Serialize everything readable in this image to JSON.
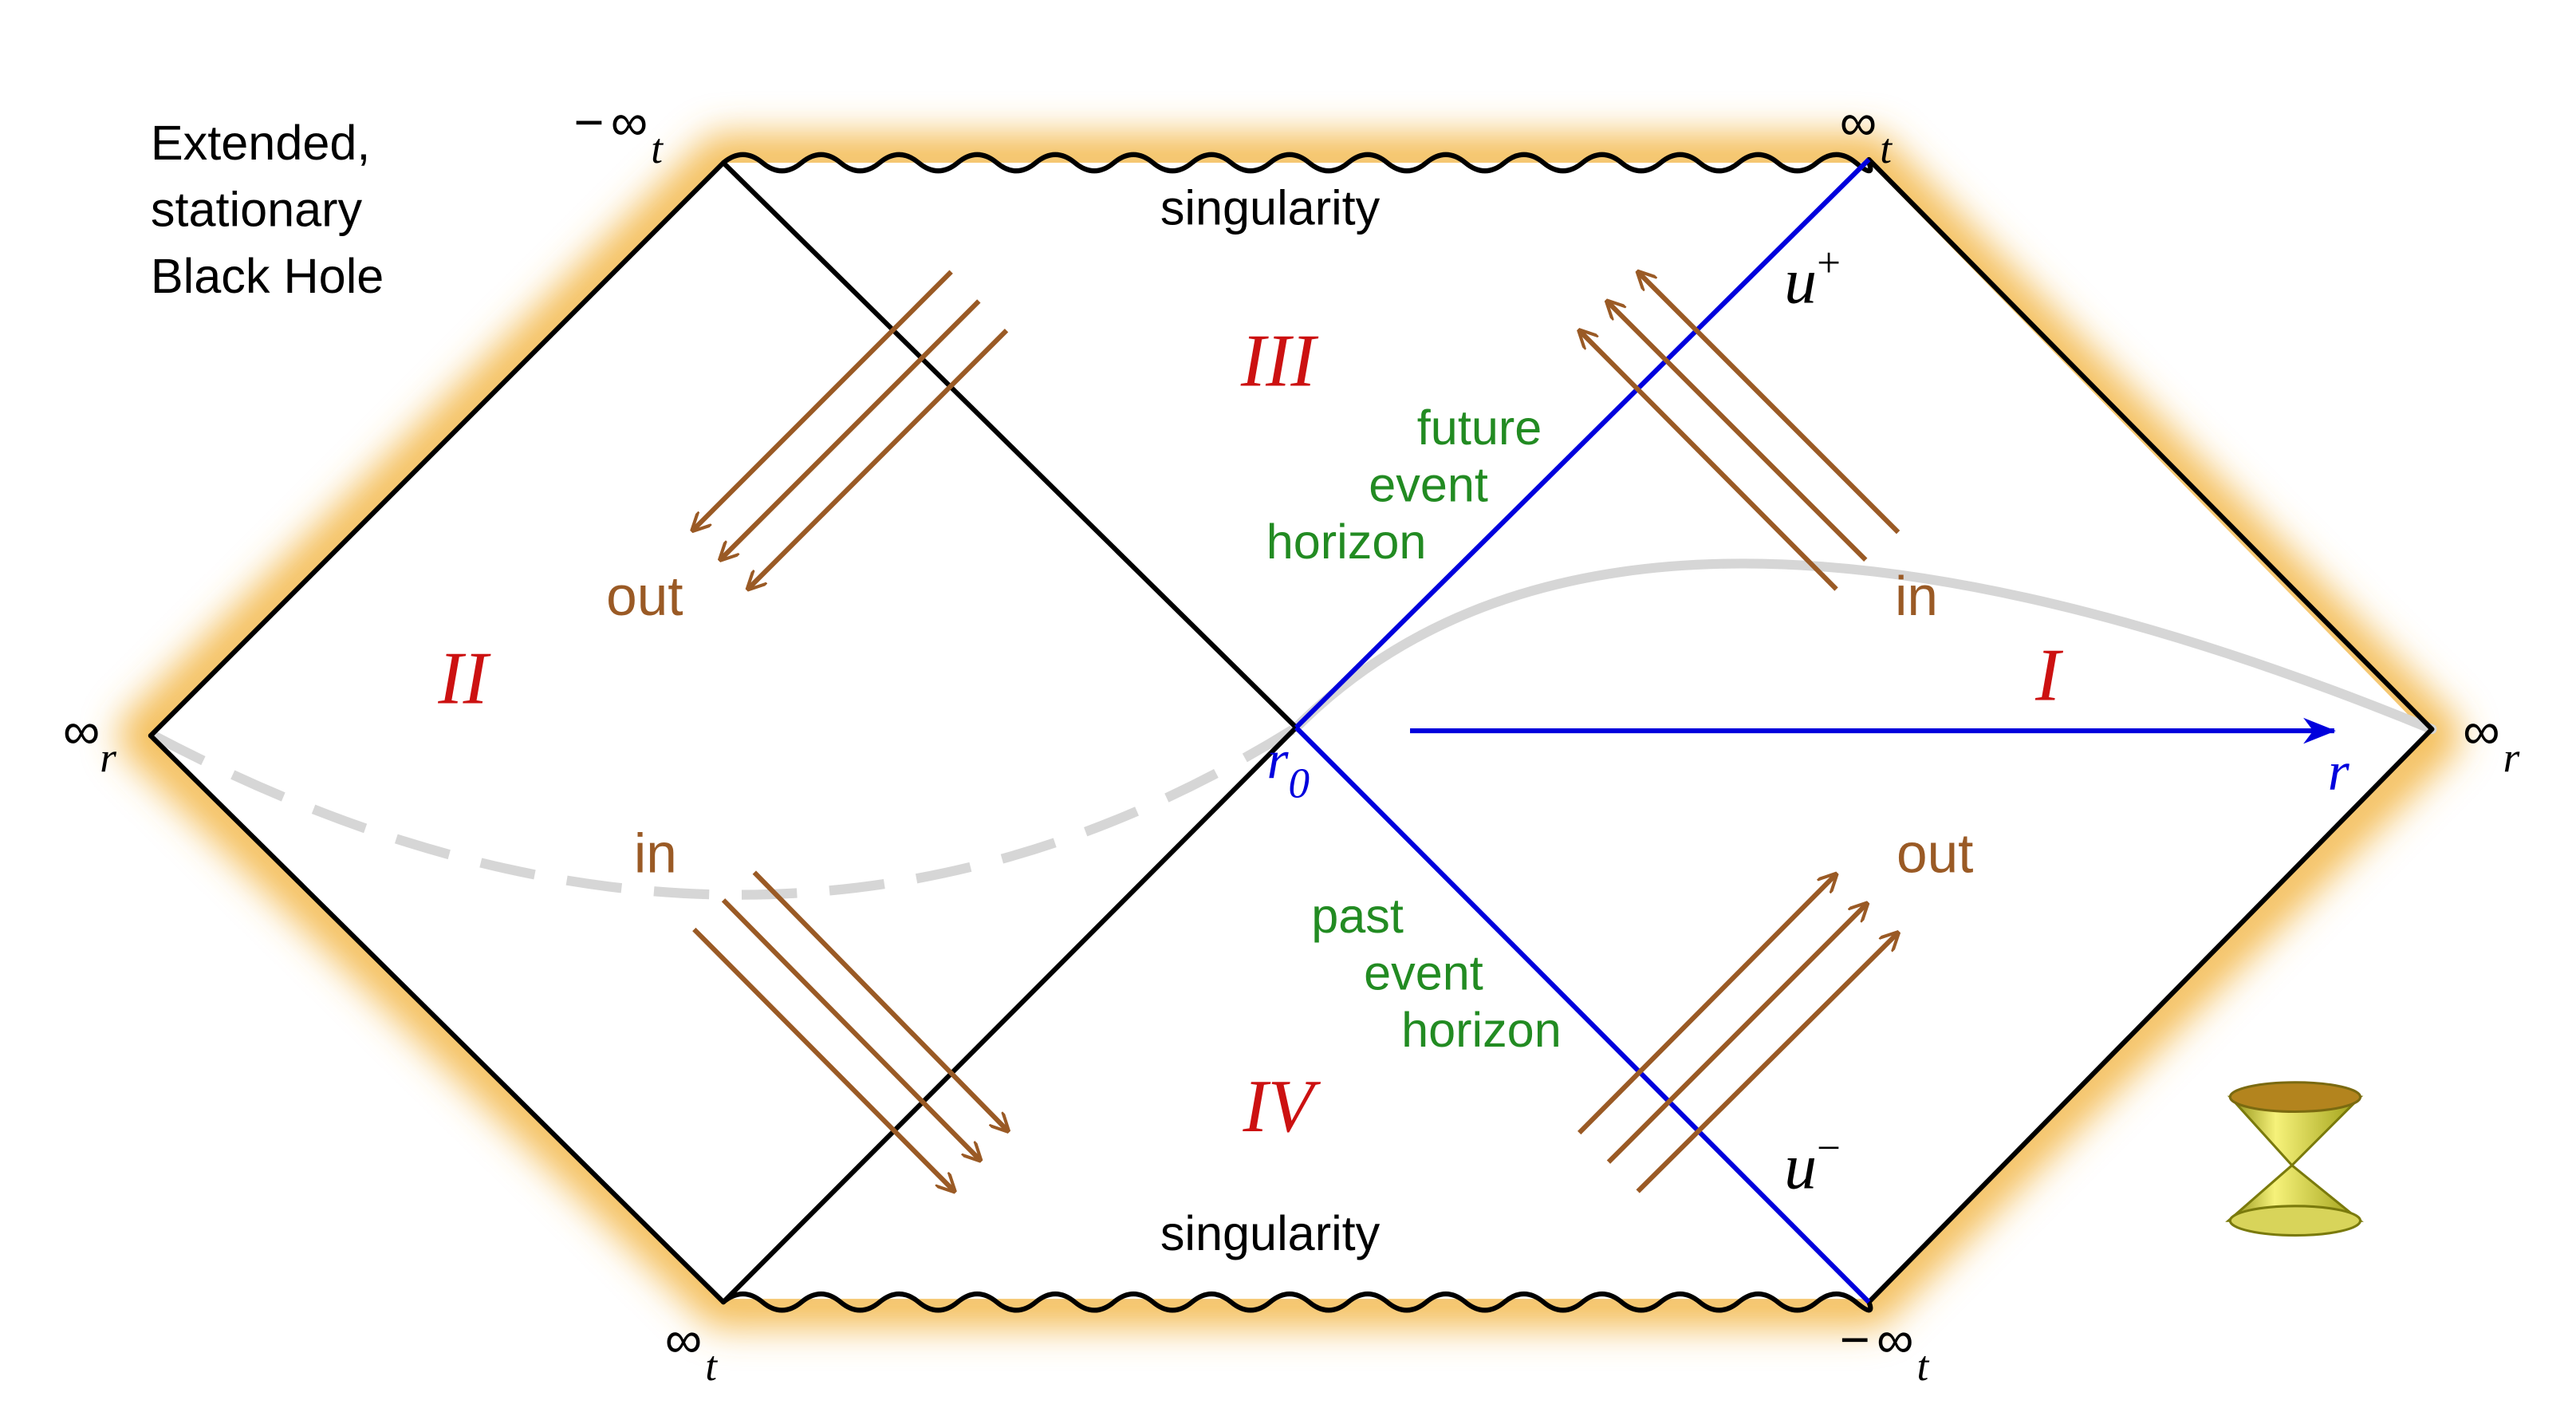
{
  "title": {
    "line1": "Extended,",
    "line2": "stationary",
    "line3": "Black Hole"
  },
  "colors": {
    "background": "#ffffff",
    "glow": "#f2b441",
    "outline": "#000000",
    "horizon": "#0000dd",
    "arrow": "#9a5a25",
    "region_label": "#cc1111",
    "horizon_label": "#228b22",
    "surface": "#d6d6d6"
  },
  "regions": {
    "r1": "I",
    "r2": "II",
    "r3": "III",
    "r4": "IV"
  },
  "singularity": {
    "top": "singularity",
    "bottom": "singularity"
  },
  "horizons": {
    "future": {
      "line1": "future",
      "line2": "event",
      "line3": "horizon"
    },
    "past": {
      "line1": "past",
      "line2": "event",
      "line3": "horizon"
    }
  },
  "corners": {
    "top_left": {
      "prefix": "−",
      "symbol": "∞",
      "sub": "t"
    },
    "top_right": {
      "prefix": "",
      "symbol": "∞",
      "sub": "t"
    },
    "bottom_left": {
      "prefix": "",
      "symbol": "∞",
      "sub": "t"
    },
    "bottom_right": {
      "prefix": "−",
      "symbol": "∞",
      "sub": "t"
    },
    "left": {
      "symbol": "∞",
      "sub": "r"
    },
    "right": {
      "symbol": "∞",
      "sub": "r"
    }
  },
  "coordinates": {
    "u_plus": {
      "base": "u",
      "sup": "+"
    },
    "u_minus": {
      "base": "u",
      "sup": "−"
    },
    "r0": {
      "base": "r",
      "sub": "0"
    },
    "r_axis": "r"
  },
  "flux_labels": {
    "region2_out": "out",
    "region2_in": "in",
    "region1_in": "in",
    "region1_out": "out"
  },
  "icons": {
    "light_cone": "light-cone-icon"
  }
}
